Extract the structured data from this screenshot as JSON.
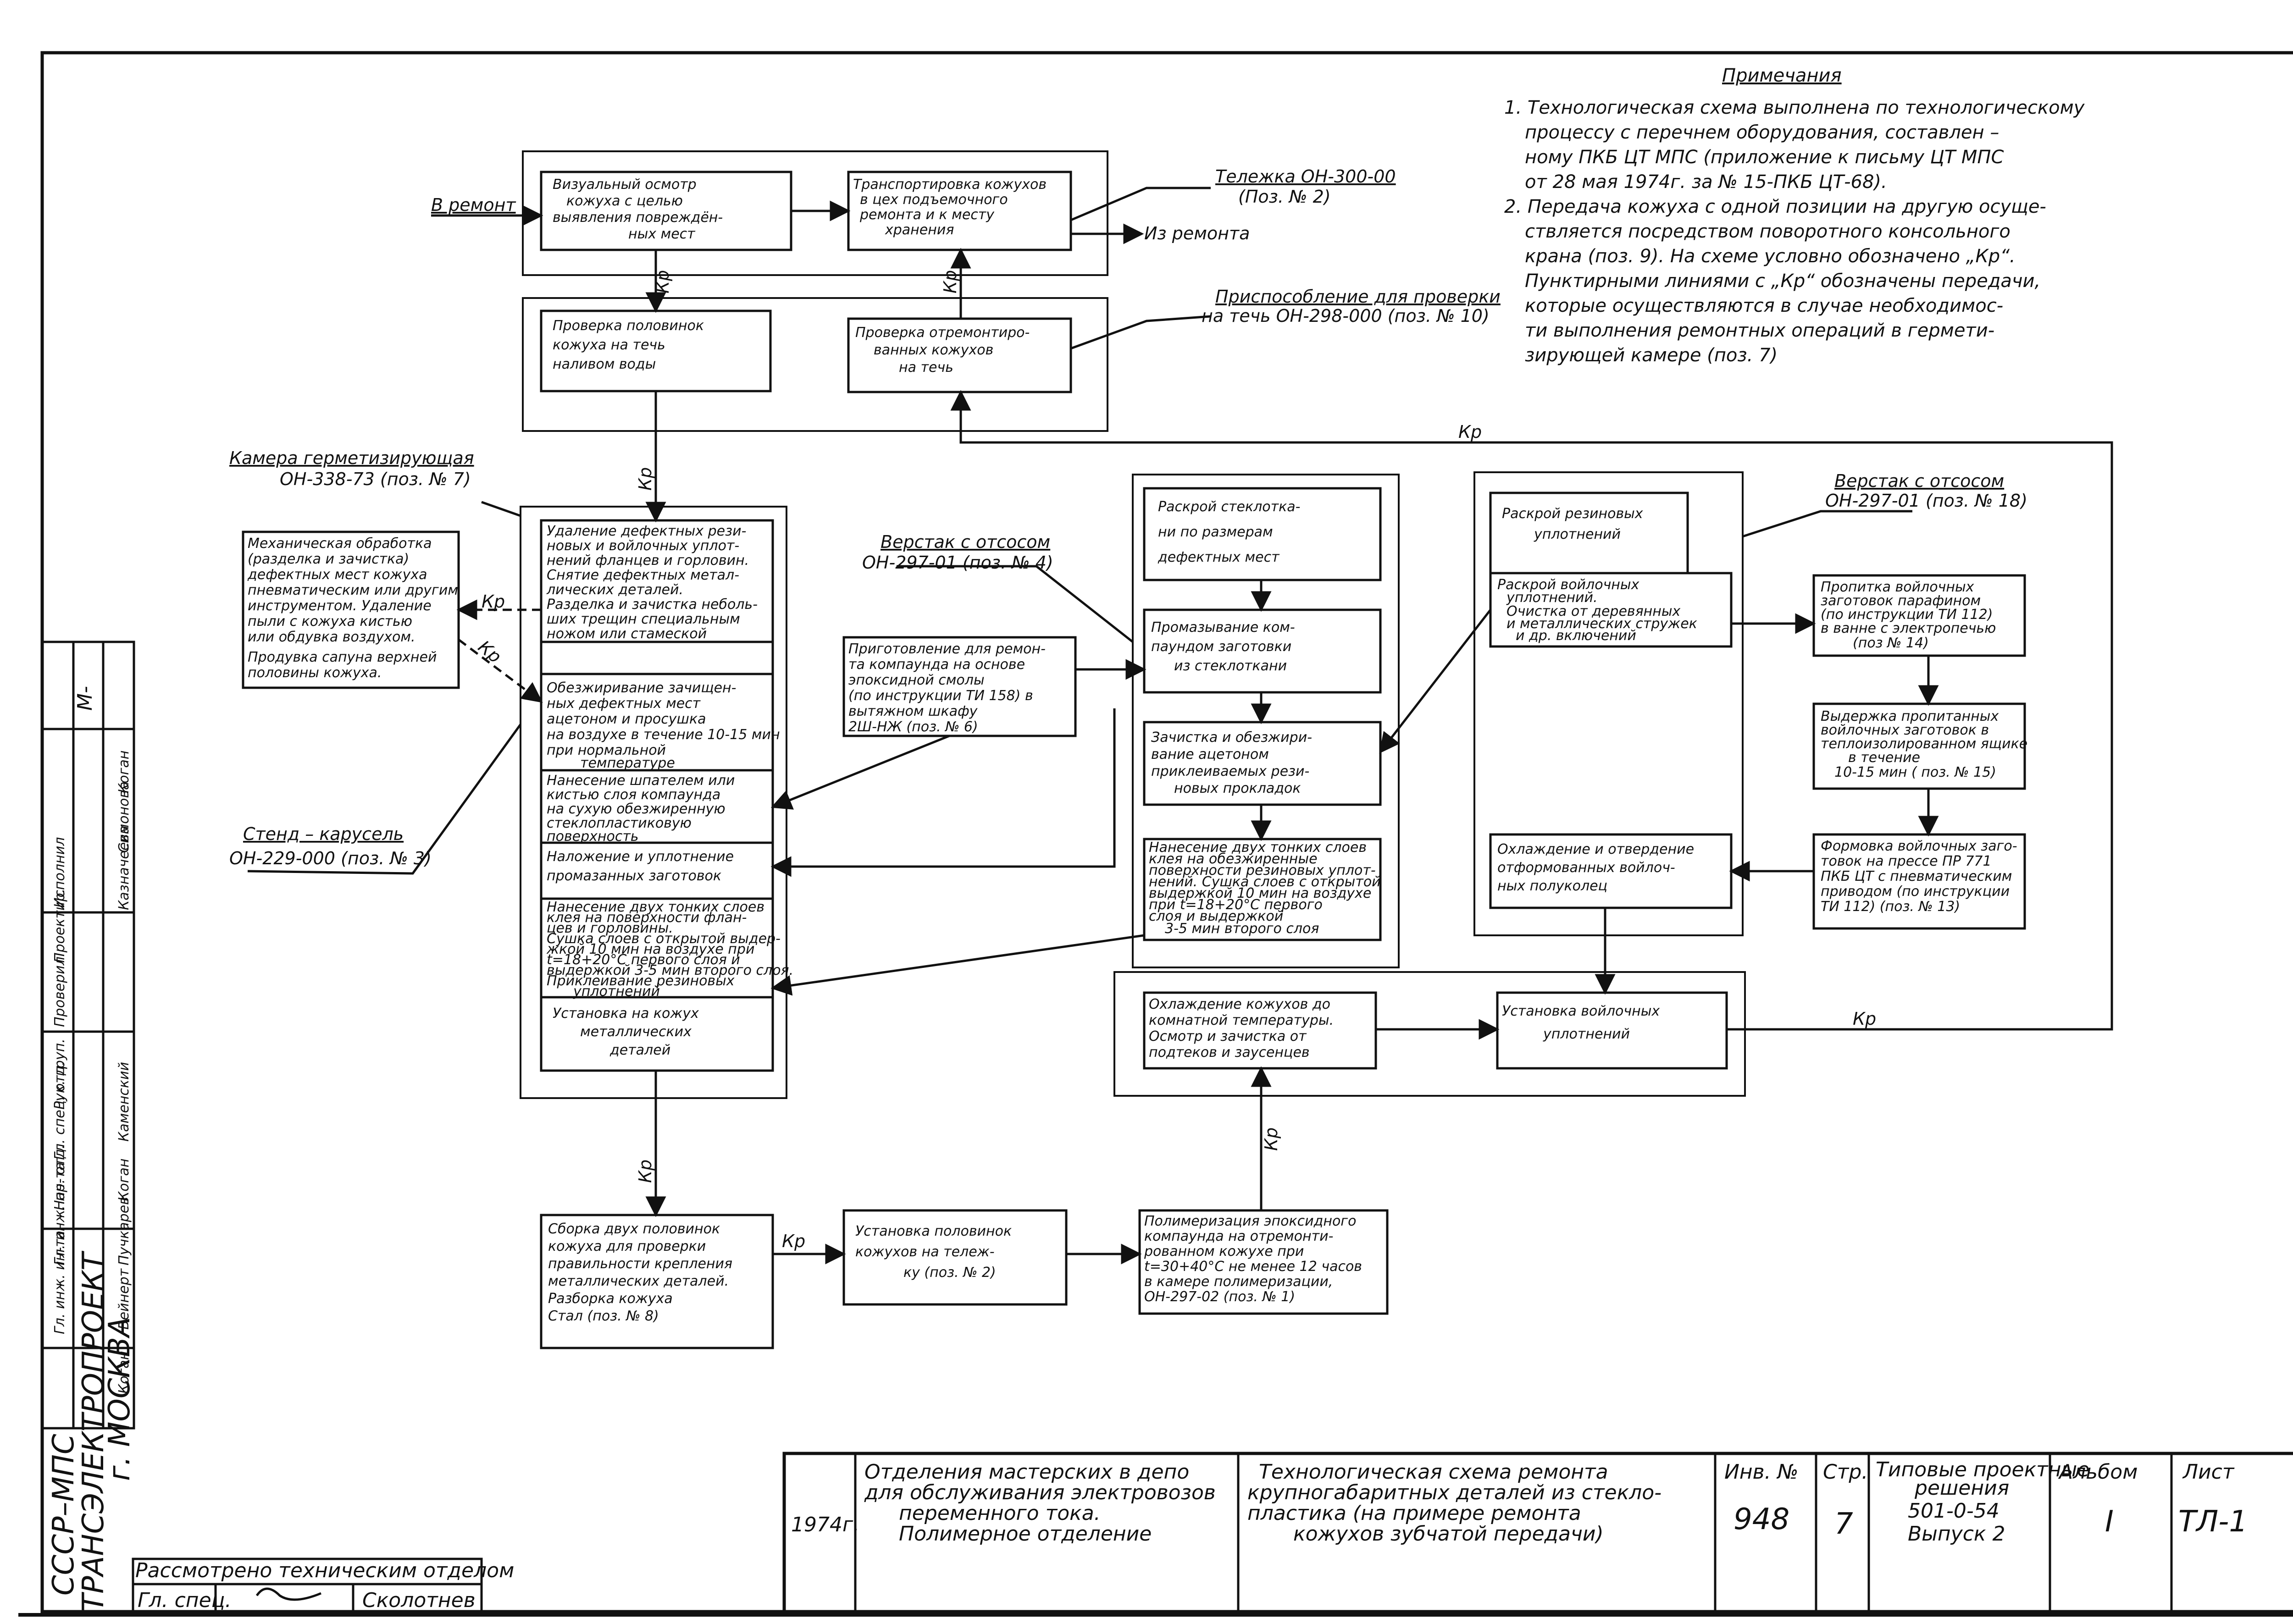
{
  "notes": {
    "title": "Примечания",
    "lines": [
      "1. Технологическая  схема выполнена по технологическому",
      "процессу с перечнем оборудования, составлен –",
      "ному ПКБ ЦТ МПС (приложение к письму ЦТ МПС",
      "от 28 мая 1974г. за № 15-ПКБ ЦТ-68).",
      "2. Передача кожуха с одной позиции на другую осуще-",
      "ствляется посредством поворотного консольного",
      "крана (поз. 9). На схеме условно обозначено „Кр“.",
      "Пунктирными линиями с „Кр“ обозначены передачи,",
      "которые осуществляются в случае необходимос-",
      "ти выполнения ремонтных операций в гермети-",
      "зирующей камере (поз. 7)"
    ]
  },
  "labels": {
    "v_remont": "В ремонт",
    "iz_remonta": "Из ремонта",
    "kr": "Кр",
    "telezhka": [
      "Тележка  ОН-300-00",
      "(Поз. № 2)"
    ],
    "prisp": [
      "Приспособление для проверки",
      "на течь  ОН-298-000 (поз. № 10)"
    ],
    "kamera": [
      "Камера  герметизирующая",
      "ОН-338-73 (поз. № 7)"
    ],
    "verstak1": [
      "Верстак с отсосом",
      "ОН-297-01 (поз. № 4)"
    ],
    "verstak2": [
      "Верстак с отсосом",
      "ОН-297-01 (поз. № 18)"
    ],
    "stend": [
      "Стенд – карусель",
      "ОН-229-000 (поз. № 3)"
    ]
  },
  "boxes": {
    "b1": [
      "Визуальный  осмотр",
      "кожуха  с целью",
      "выявления  повреждён-",
      "ных  мест"
    ],
    "b2": [
      "Транспортировка кожухов",
      "в цех подъемочного",
      "ремонта и к месту",
      "хранения"
    ],
    "b3": [
      "Проверка  половинок",
      "кожуха  на  течь",
      "наливом  воды"
    ],
    "b4": [
      "Проверка  отремонтиро-",
      "ванных  кожухов",
      "на  течь"
    ],
    "b5": [
      "Механическая обработка",
      "(разделка и зачистка)",
      "дефектных мест кожуха",
      "пневматическим или другим",
      "инструментом. Удаление",
      "пыли с кожуха кистью",
      "или обдувка воздухом.",
      "Продувка сапуна верхней",
      "половины кожуха."
    ],
    "s1": [
      "Удаление дефектных рези-",
      "новых и войлочных уплот-",
      "нений фланцев и горловин.",
      "Снятие дефектных метал-",
      "лических деталей.",
      "Разделка и зачистка неболь-",
      "ших трещин специальным",
      "ножом или стамеской"
    ],
    "s2": [
      "Обезжиривание зачищен-",
      "ных дефектных мест",
      "ацетоном и просушка",
      "на воздухе в течение 10-15 мин",
      "при нормальной",
      "температуре"
    ],
    "s3": [
      "Нанесение шпателем или",
      "кистью слоя компаунда",
      "на сухую обезжиренную",
      "стеклопластиковую",
      "поверхность"
    ],
    "s4": [
      "Наложение и уплотнение",
      "промазанных заготовок"
    ],
    "s5": [
      "Нанесение двух тонких слоев",
      "клея на поверхности флан-",
      "цев и горловины.",
      "Сушка слоев с открытой выдер-",
      "жкой 10 мин на воздухе при",
      "t=18+20°C первого слоя и",
      "выдержкой 3-5 мин второго слоя.",
      "Приклеивание резиновых",
      "уплотнений"
    ],
    "s6": [
      "Установка на кожух",
      "металлических",
      "деталей"
    ],
    "pr": [
      "Приготовление для ремон-",
      "та компаунда на основе",
      "эпоксидной смолы",
      "(по инструкции ТИ 158) в",
      "вытяжном шкафу",
      "2Ш-НЖ (поз. № 6)"
    ],
    "c1": [
      "Раскрой  стеклоткa-",
      "ни по размерам",
      "дефектных  мест"
    ],
    "c2": [
      "Промазывание  ком-",
      "паундом  заготовки",
      "из  стеклоткани"
    ],
    "c3": [
      "Зачистка  и обезжири-",
      "вание  ацетоном",
      "приклеиваемых  рези-",
      "новых  прокладок"
    ],
    "c4": [
      "Нанесение двух тонких слоев",
      "клея на обезжиренные",
      "поверхности резиновых уплот-",
      "нений. Сушка слоев с открытой",
      "выдержкой 10 мин на воздухе",
      "при t=18+20°C первого",
      "слоя и выдержкой",
      "3-5 мин второго слоя"
    ],
    "r1": [
      "Раскрой  резиновых",
      "уплотнений"
    ],
    "r2": [
      "Раскрой  войлочных",
      "уплотнений.",
      "Очистка  от деревянных",
      "и металлических стружек",
      "и др. включений"
    ],
    "r3": [
      "Охлаждение  и отвердение",
      "отформованных  войлоч-",
      "ных  полуколец"
    ],
    "f1": [
      "Пропитка войлочных",
      "заготовок парафином",
      "(по инструкции ТИ 112)",
      "в ванне с электропечью",
      "(поз № 14)"
    ],
    "f2": [
      "Выдержка пропитанных",
      "войлочных заготовок в",
      "теплоизолированном ящике",
      "в   течение",
      "10-15 мин ( поз. № 15)"
    ],
    "f3": [
      "Формовка войлочных заго-",
      "товок на прессе ПР 771",
      "ПКБ ЦТ с пневматическим",
      "приводом  (по инструкции",
      "ТИ 112) (поз. № 13)"
    ],
    "ox": [
      "Охлаждение кожухов до",
      "комнатной температуры.",
      "Осмотр и зачистка от",
      "подтеков и заусенцев"
    ],
    "ust": [
      "Установка  войлочных",
      "уплотнений"
    ],
    "sb": [
      "Сборка двух половинок",
      "кожуха для проверки",
      "правильности крепления",
      "металлических деталей.",
      "Разборка кожуха",
      "Стал (поз. № 8)"
    ],
    "tel": [
      "Установка  половинок",
      "кожухов  на  тележ-",
      "ку (поз. № 2)"
    ],
    "pol": [
      "Полимеризация эпоксидного",
      "компаунда на отремонти-",
      "рованном кожухе при",
      "t=30+40°C не менее 12 часов",
      "в камере полимеризации,",
      "ОН-297-02  (поз. № 1)"
    ]
  },
  "titleblock": {
    "year": "1974г.",
    "dept": [
      "Отделения мастерских в депо",
      "для обслуживания электровозов",
      "переменного тока.",
      "Полимерное отделение"
    ],
    "desc": [
      "Технологическая  схема  ремонта",
      "крупногабаритных деталей из стекло-",
      "пластика (на примере ремонта",
      "кожухов зубчатой передачи)"
    ],
    "inv_label": "Инв. №",
    "inv": "948",
    "str_label": "Стр.",
    "str": "7",
    "tip": [
      "Типовые проектные",
      "решения",
      "501-0-54",
      "Выпуск 2"
    ],
    "album_label": "Альбом",
    "album": "I",
    "list_label": "Лист",
    "list": "ТЛ-1",
    "reviewed": "Рассмотрено техническим  отделом",
    "gl_spec": "Гл. спец.",
    "gl_spec_name": "Сколотнев"
  },
  "org": {
    "line1": "СССР–МПС",
    "line2": "ТРАНСЭЛЕКТРОПРОЕКТ",
    "line3": "г. МОСКВА"
  },
  "signatures": {
    "roles": [
      "Гл. инж. ин-та",
      "Гл. инж. пр-та",
      "Нач. отд.",
      "Гл. спец. отд.",
      "Рук. груп."
    ],
    "names": [
      "Каменский",
      "Коган",
      "Пучкарев",
      "Вейнерт",
      "Коган"
    ],
    "roles2": [
      "Проверил",
      "Проектир.",
      "Исполнил"
    ],
    "names2": [
      "Коган",
      "Симонова",
      "Казначеева"
    ],
    "mark": "М-"
  }
}
